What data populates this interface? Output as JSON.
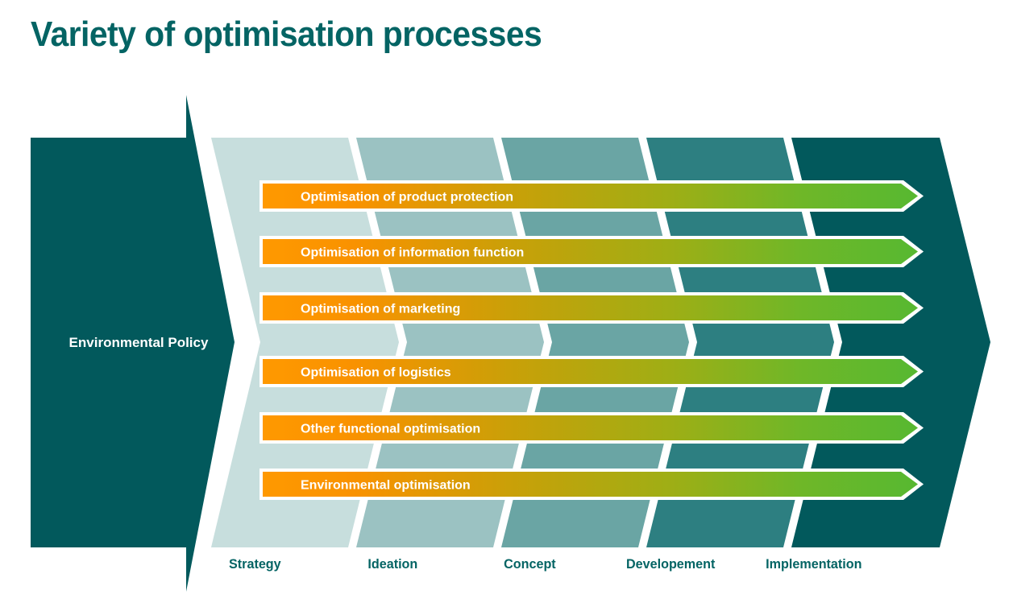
{
  "page": {
    "title": "Variety of optimisation processes",
    "title_color": "#046464",
    "background": "#ffffff"
  },
  "colors": {
    "dark_teal": "#02595c",
    "accent_orange": "#ff9900",
    "accent_green": "#5cb531",
    "white": "#ffffff",
    "label_teal": "#046464"
  },
  "left_panel": {
    "label": "Environmental Policy",
    "fill": "#02595c",
    "text_color": "#ffffff"
  },
  "stages": [
    {
      "label": "Strategy",
      "fill": "#c7dedd"
    },
    {
      "label": "Ideation",
      "fill": "#9bc2c2"
    },
    {
      "label": "Concept",
      "fill": "#6aa5a4"
    },
    {
      "label": "Developement",
      "fill": "#2d7f81"
    },
    {
      "label": "Implementation",
      "fill": "#02595c"
    }
  ],
  "processes": [
    {
      "label": "Optimisation of product protection"
    },
    {
      "label": "Optimisation of information function"
    },
    {
      "label": "Optimisation of marketing"
    },
    {
      "label": "Optimisation of logistics"
    },
    {
      "label": "Other functional optimisation"
    },
    {
      "label": "Environmental optimisation"
    }
  ],
  "chart_data": {
    "type": "diagram",
    "title": "Variety of optimisation processes",
    "diagram_kind": "chevron-process-matrix",
    "columns": [
      "Strategy",
      "Ideation",
      "Concept",
      "Developement",
      "Implementation"
    ],
    "rows": [
      "Optimisation of product protection",
      "Optimisation of information function",
      "Optimisation of marketing",
      "Optimisation of logistics",
      "Other functional optimisation",
      "Environmental optimisation"
    ],
    "container_label": "Environmental Policy",
    "row_gradient": {
      "from": "#ff9900",
      "to": "#5cb531"
    },
    "column_fills": [
      "#c7dedd",
      "#9bc2c2",
      "#6aa5a4",
      "#2d7f81",
      "#02595c"
    ],
    "note": "Six orange-to-green arrows span all five process stages inside an Environmental Policy frame."
  }
}
